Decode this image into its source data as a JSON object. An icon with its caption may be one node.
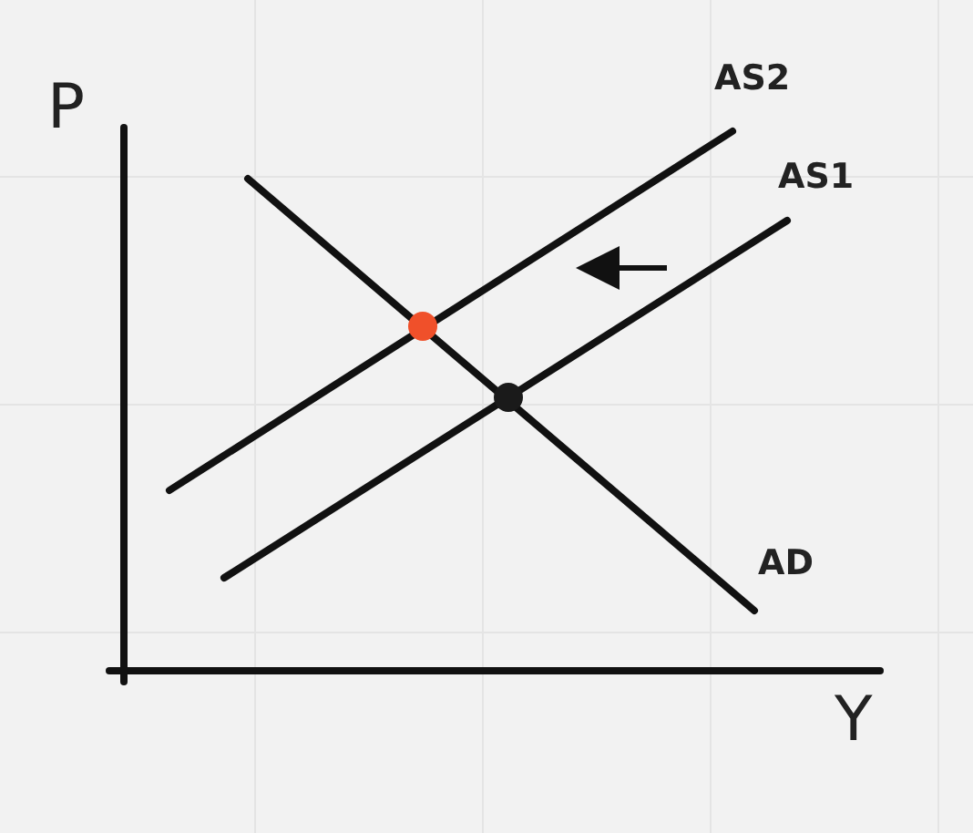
{
  "diagram": {
    "labels": [
      "P",
      "AS2",
      "AS1",
      "AD",
      "Y"
    ]
  }
}
